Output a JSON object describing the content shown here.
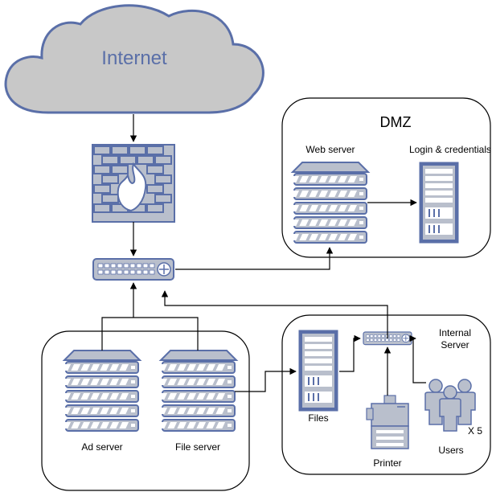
{
  "cloud": {
    "label": "Internet"
  },
  "dmz": {
    "title": "DMZ",
    "web_server_label": "Web server",
    "login_label": "Login & credentials"
  },
  "internal": {
    "server_label": "Internal\nServer",
    "files_label": "Files",
    "printer_label": "Printer",
    "users_label": "Users",
    "users_count": "X 5"
  },
  "lan": {
    "ad_server_label": "Ad server",
    "file_server_label": "File server"
  },
  "colors": {
    "cloud_fill": "#c8c8c8",
    "cloud_stroke": "#5a6fa8",
    "cloud_text": "#5a6fa8",
    "device_fill": "#b9bfcc",
    "device_stroke": "#5a6fa8",
    "device_slot": "#ffffff",
    "line": "#000000"
  }
}
